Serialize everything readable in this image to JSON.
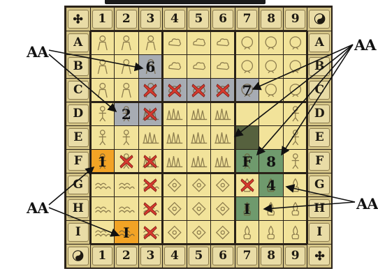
{
  "board": {
    "col_labels": [
      "1",
      "2",
      "3",
      "4",
      "5",
      "6",
      "7",
      "8",
      "9"
    ],
    "row_labels": [
      "A",
      "B",
      "C",
      "D",
      "E",
      "F",
      "G",
      "H",
      "I"
    ],
    "corner_icons": [
      "flower-emblem-icon",
      "yin-yang-icon",
      "yin-yang-icon",
      "flower-emblem-icon"
    ],
    "terrain_rows": [
      [
        "figure",
        "figure",
        "figure",
        "cloud",
        "cloud",
        "cloud",
        "face",
        "face",
        "face"
      ],
      [
        "figure",
        "figure",
        "figure",
        "cloud",
        "cloud",
        "cloud",
        "face",
        "face",
        "face"
      ],
      [
        "figure",
        "figure",
        "figure",
        "cloud",
        "cloud",
        "cloud",
        "face",
        "face",
        "face"
      ],
      [
        "person",
        "person",
        "trees",
        "trees",
        "trees",
        "trees",
        "plain",
        "plain",
        "person"
      ],
      [
        "person",
        "person",
        "trees",
        "trees",
        "trees",
        "trees",
        "plain",
        "plain",
        "person"
      ],
      [
        "person",
        "person",
        "trees",
        "trees",
        "trees",
        "trees",
        "person",
        "plain",
        "person"
      ],
      [
        "grass",
        "grass",
        "grass",
        "flower",
        "flower",
        "flower",
        "flame",
        "flame",
        "flame"
      ],
      [
        "grass",
        "grass",
        "grass",
        "flower",
        "flower",
        "flower",
        "flame",
        "flame",
        "flame"
      ],
      [
        "grass",
        "grass",
        "grass",
        "flower",
        "flower",
        "flower",
        "flame",
        "flame",
        "flame"
      ]
    ],
    "highlights": [
      {
        "row": 1,
        "col": 2,
        "color": "gray"
      },
      {
        "row": 2,
        "col": 2,
        "color": "gray"
      },
      {
        "row": 2,
        "col": 3,
        "color": "gray"
      },
      {
        "row": 2,
        "col": 4,
        "color": "gray"
      },
      {
        "row": 2,
        "col": 5,
        "color": "gray"
      },
      {
        "row": 2,
        "col": 6,
        "color": "gray"
      },
      {
        "row": 3,
        "col": 1,
        "color": "gray"
      },
      {
        "row": 3,
        "col": 2,
        "color": "gray"
      },
      {
        "row": 4,
        "col": 6,
        "color": "dark"
      },
      {
        "row": 5,
        "col": 0,
        "color": "orange"
      },
      {
        "row": 5,
        "col": 6,
        "color": "green"
      },
      {
        "row": 5,
        "col": 7,
        "color": "green"
      },
      {
        "row": 6,
        "col": 7,
        "color": "green"
      },
      {
        "row": 7,
        "col": 6,
        "color": "green"
      },
      {
        "row": 8,
        "col": 1,
        "color": "orange"
      }
    ],
    "cross_marks": [
      {
        "row": 2,
        "col": 2
      },
      {
        "row": 2,
        "col": 3
      },
      {
        "row": 2,
        "col": 4
      },
      {
        "row": 2,
        "col": 5
      },
      {
        "row": 3,
        "col": 2
      },
      {
        "row": 5,
        "col": 1
      },
      {
        "row": 5,
        "col": 2
      },
      {
        "row": 6,
        "col": 2
      },
      {
        "row": 7,
        "col": 2
      },
      {
        "row": 8,
        "col": 2
      },
      {
        "row": 6,
        "col": 6
      }
    ],
    "number_labels": [
      {
        "row": 1,
        "col": 2,
        "text": "6"
      },
      {
        "row": 2,
        "col": 6,
        "text": "7"
      },
      {
        "row": 3,
        "col": 1,
        "text": "2"
      },
      {
        "row": 5,
        "col": 0,
        "text": "1"
      },
      {
        "row": 5,
        "col": 6,
        "text": "F"
      },
      {
        "row": 5,
        "col": 7,
        "text": "8"
      },
      {
        "row": 6,
        "col": 7,
        "text": "4"
      },
      {
        "row": 7,
        "col": 6,
        "text": "I"
      },
      {
        "row": 8,
        "col": 1,
        "text": "I"
      }
    ]
  },
  "callouts": {
    "top_left": "AA",
    "top_right": "AA",
    "bottom_left": "AA",
    "bottom_right": "AA"
  },
  "colors": {
    "board_bg": "#d8c98f",
    "square": "#f2e39a",
    "gray": "#a7acb3",
    "orange": "#f2a325",
    "green": "#6f9a6d",
    "dark": "#56613e",
    "cross": "#d63a2f"
  }
}
